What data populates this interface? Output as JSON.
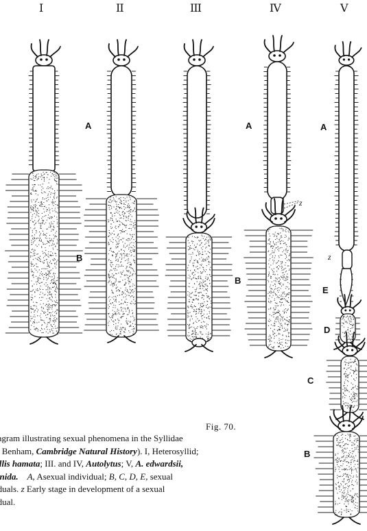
{
  "columns": [
    {
      "numeral": "I"
    },
    {
      "numeral": "II"
    },
    {
      "numeral": "III"
    },
    {
      "numeral": "IV"
    },
    {
      "numeral": "V"
    }
  ],
  "labels": {
    "A": "A",
    "B": "B",
    "C": "C",
    "D": "D",
    "E": "E",
    "z": "z"
  },
  "figure_title": "Fig. 70.",
  "caption": {
    "p1": "iagram illustrating sexual phenomena in the Syllidae",
    "p2": "n Benham, ",
    "p3": "Cambridge Natural History",
    "p4": "). I, Heterosyllid;",
    "p5": "yllis hamata",
    "p6": "; III. and IV, ",
    "p7": "Autolytus",
    "p8": "; V, ",
    "p9": "A. edwardsii,",
    "p10": "anida.",
    "p11": "A",
    "p12": ", Asexual individual; ",
    "p13": "B, C, D, E,",
    "p14": " sexual",
    "p15": "iduals. ",
    "p16": "z",
    "p17": " Early stage in development of a sexual",
    "p18": "idual."
  }
}
